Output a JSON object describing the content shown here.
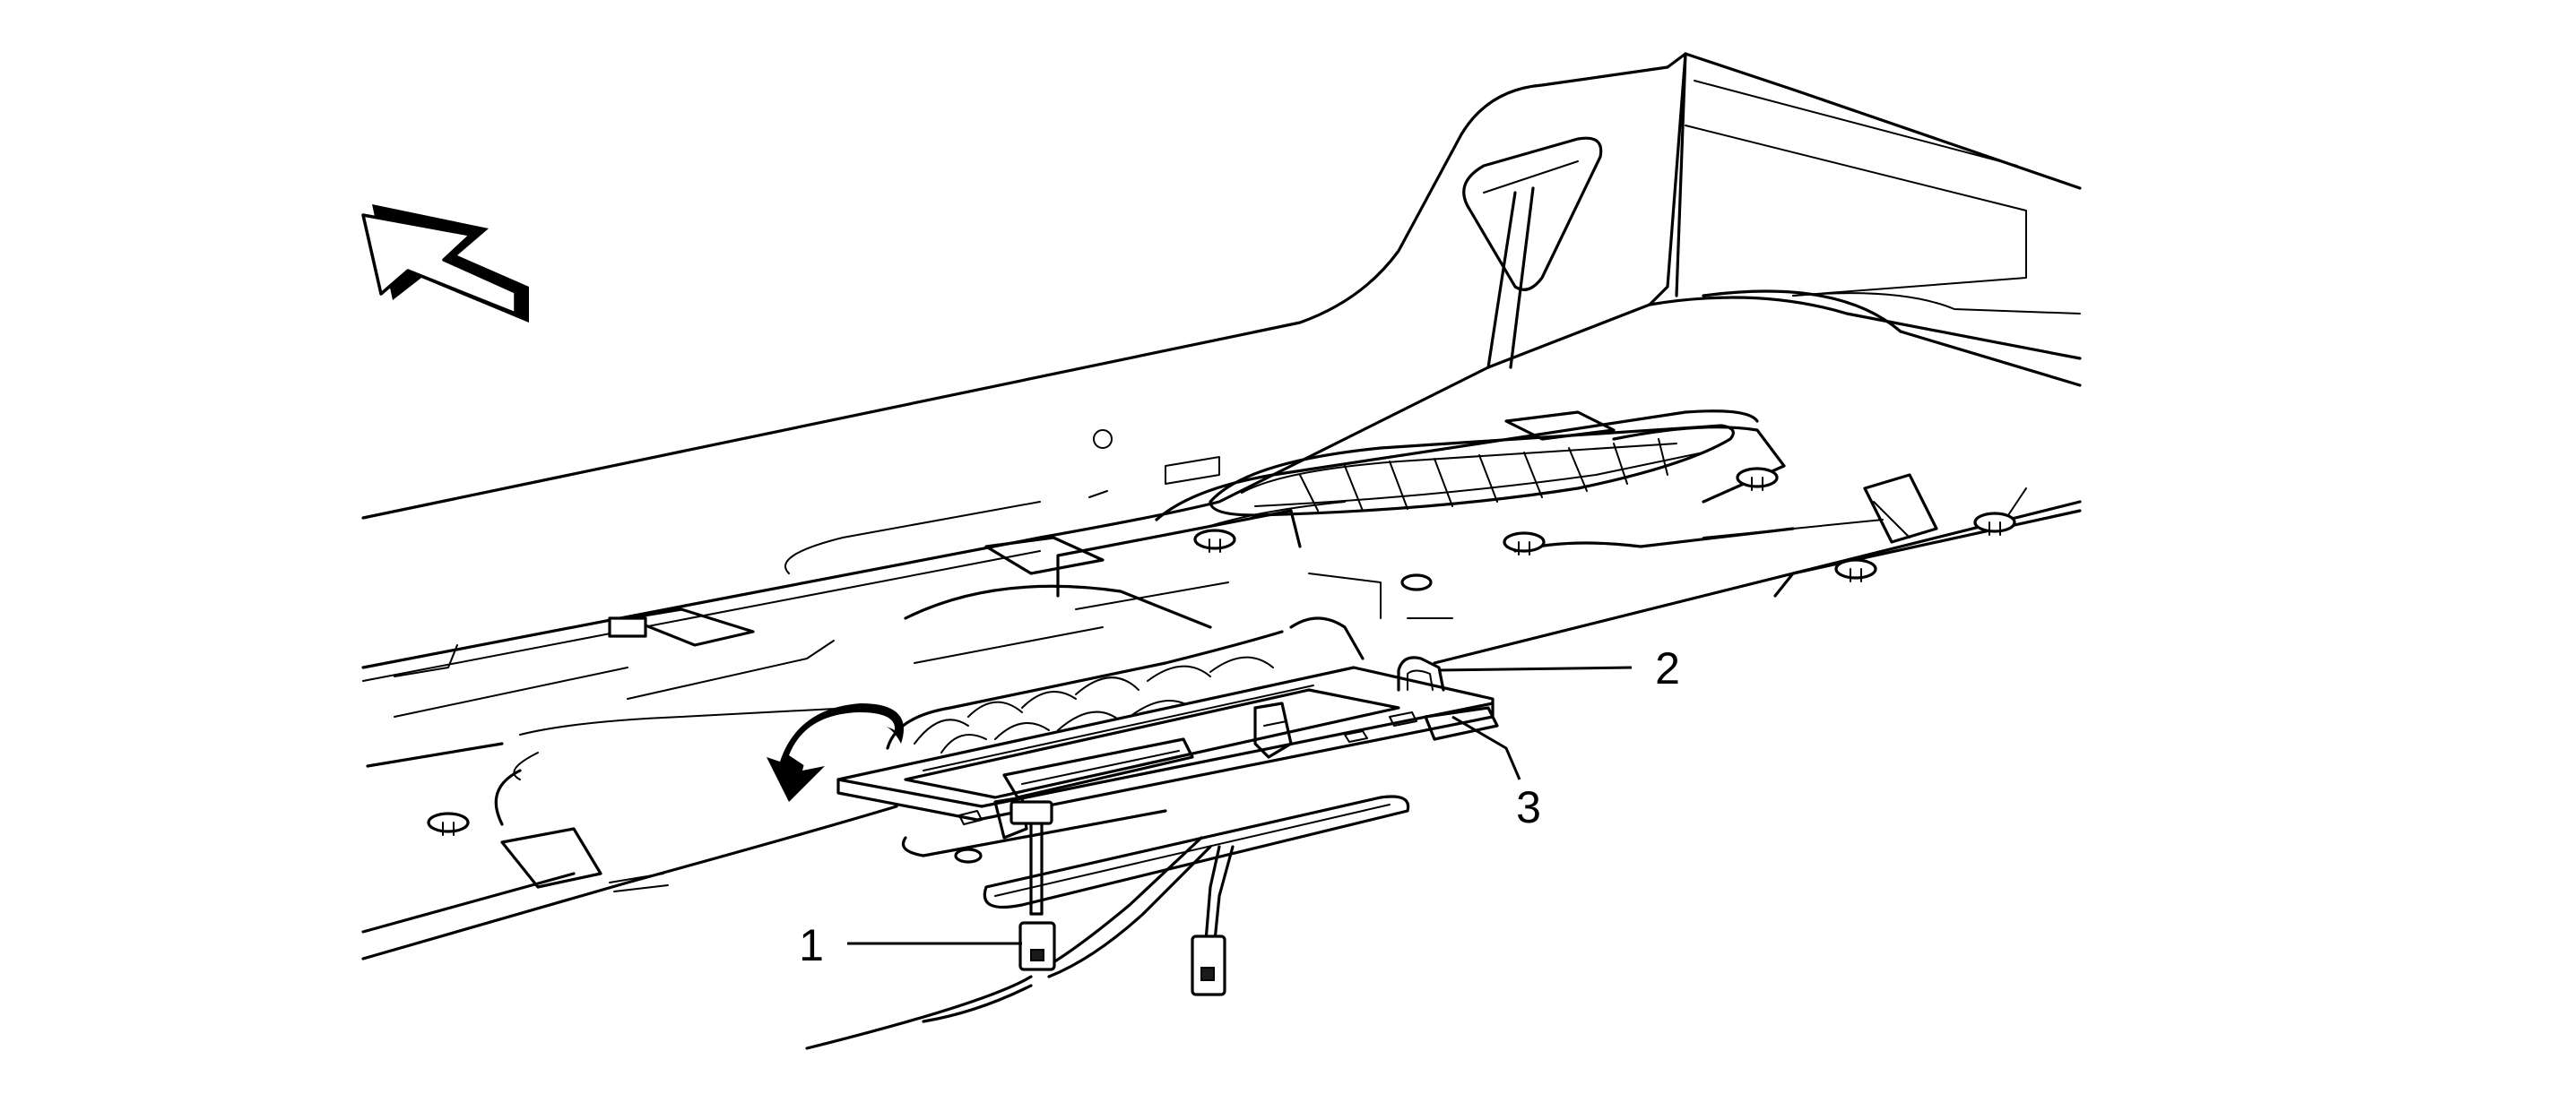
{
  "diagram": {
    "callouts": [
      {
        "id": "1",
        "label": "1"
      },
      {
        "id": "2",
        "label": "2"
      },
      {
        "id": "3",
        "label": "3"
      }
    ],
    "icons": {
      "direction": "front-direction-arrow-icon",
      "rotation": "rotation-arrow-icon"
    }
  }
}
